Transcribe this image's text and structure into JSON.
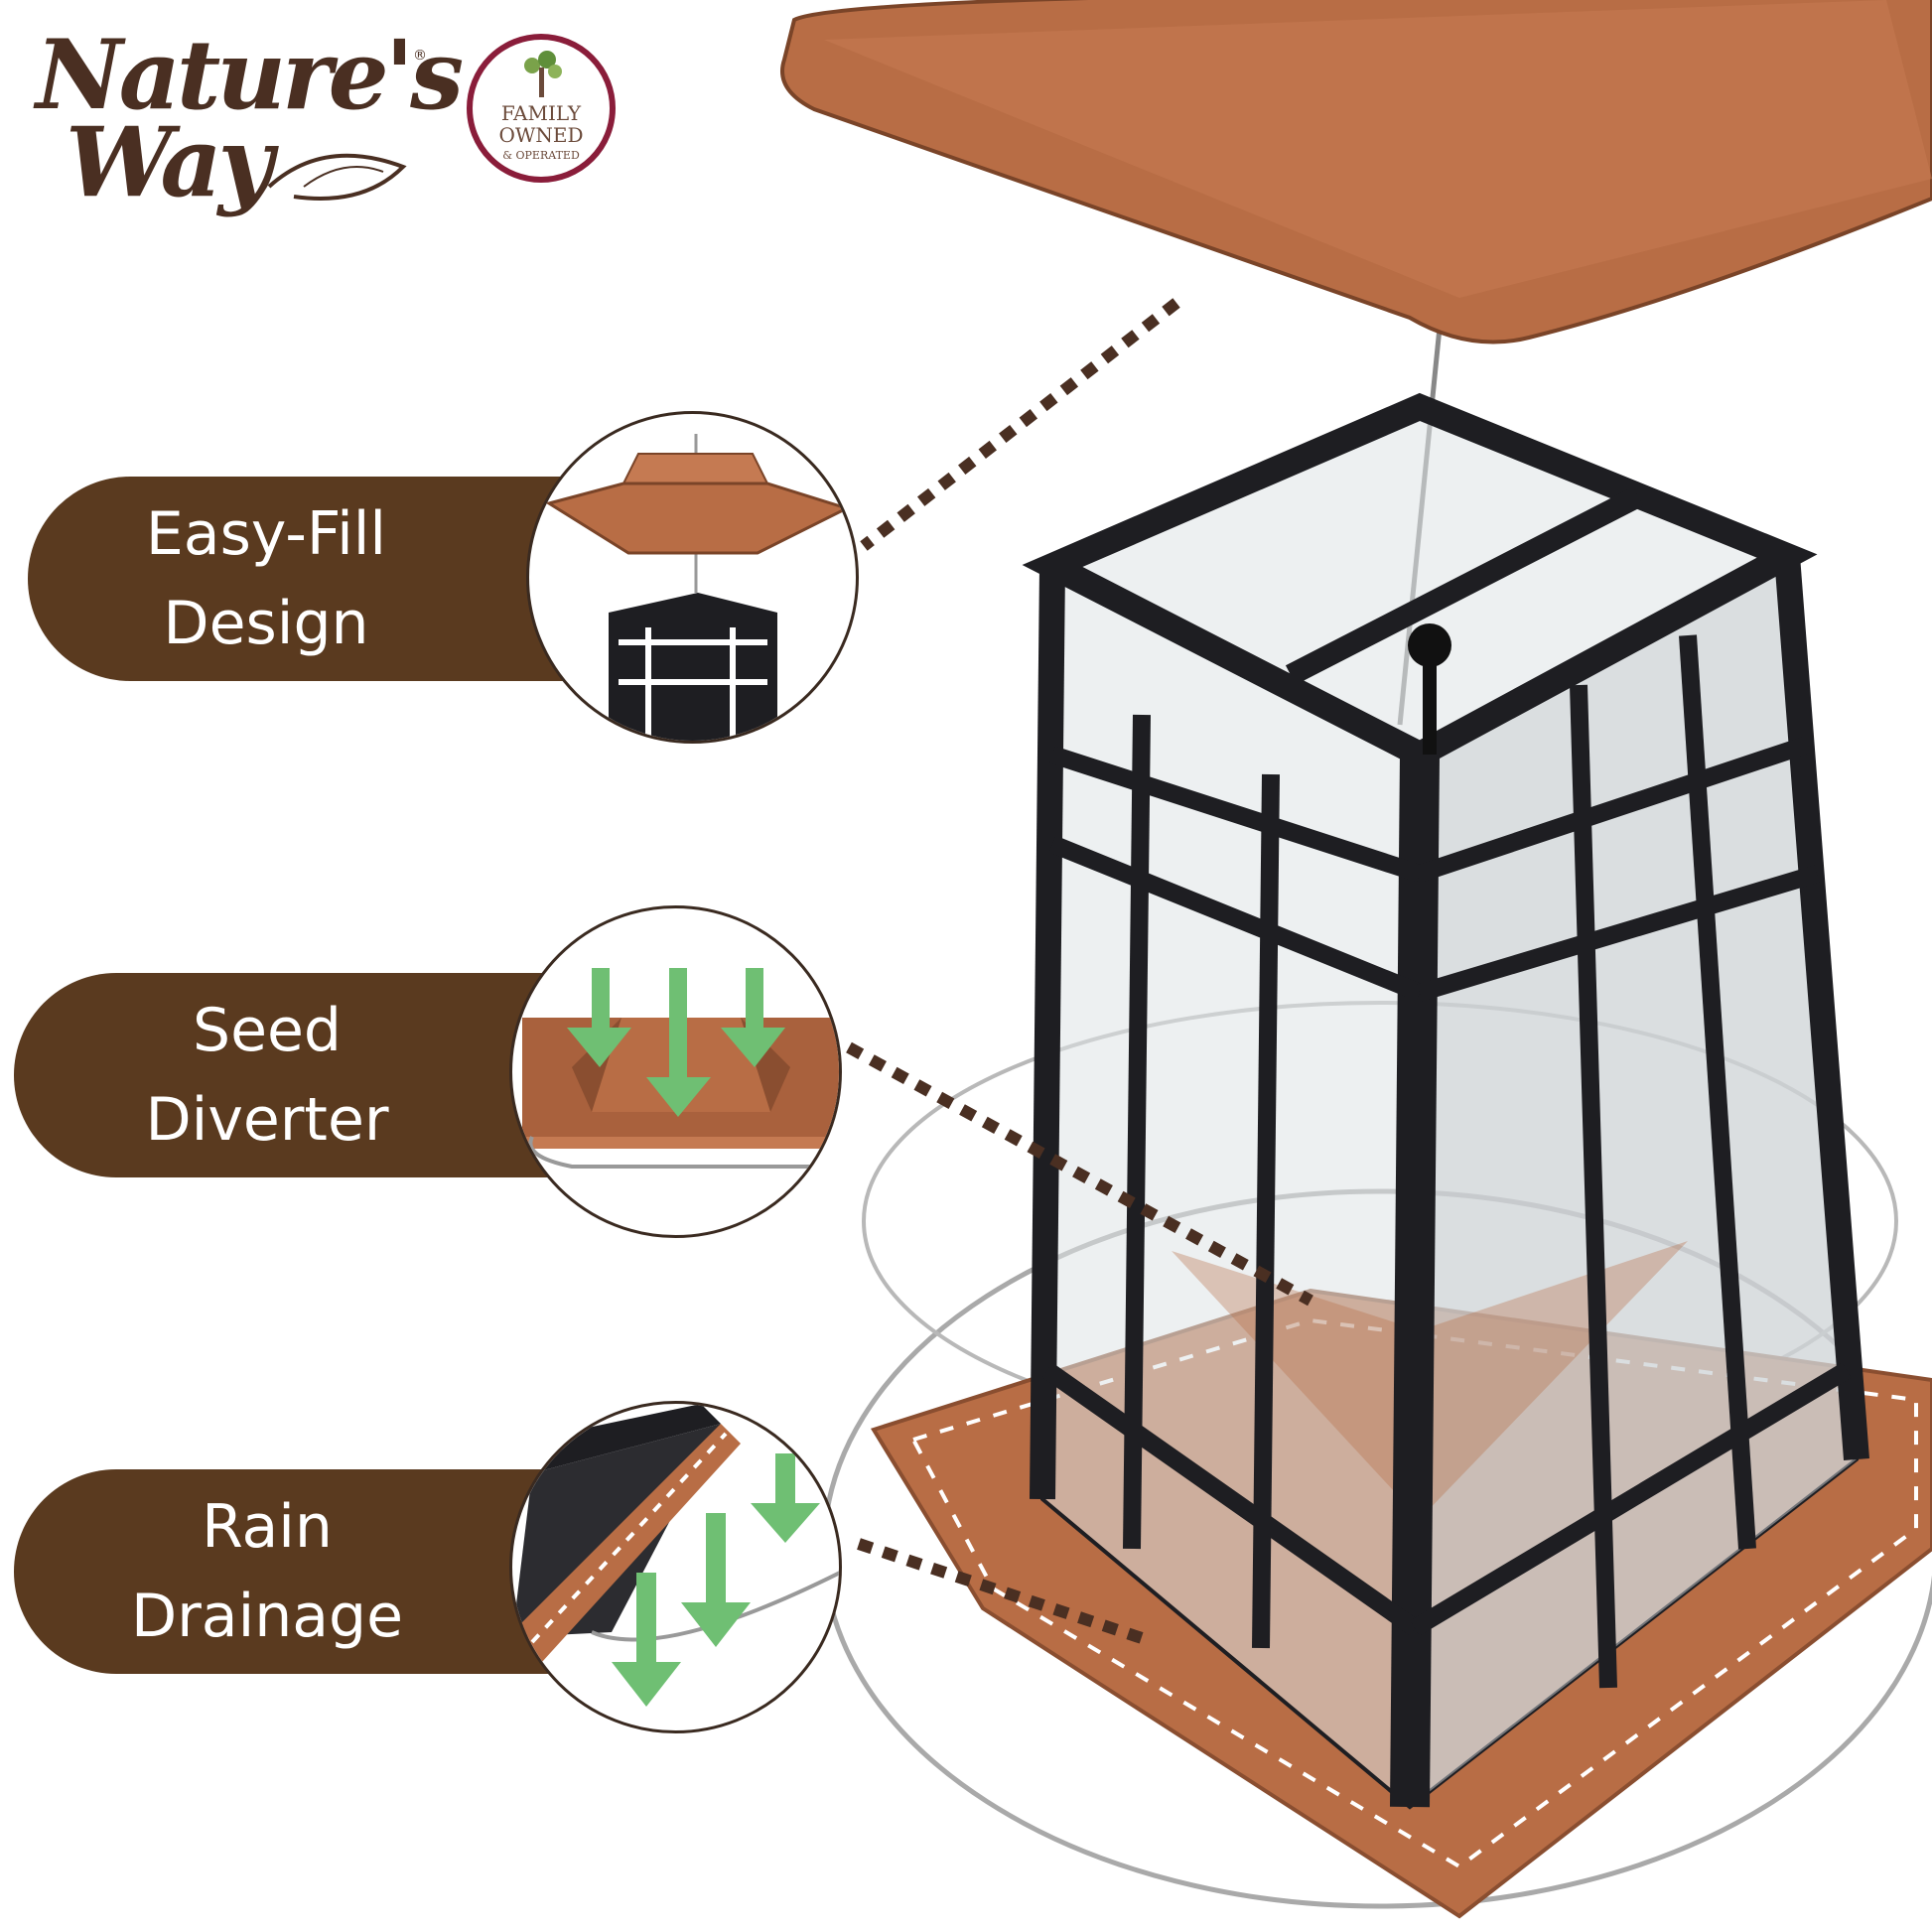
{
  "brand": {
    "line1": "Nature's",
    "line2": "Way",
    "registered": "®",
    "badge_line1": "FAMILY",
    "badge_line2": "OWNED",
    "badge_line3": "& OPERATED"
  },
  "features": [
    {
      "line1": "Easy-Fill",
      "line2": "Design"
    },
    {
      "line1": "Seed",
      "line2": "Diverter"
    },
    {
      "line1": "Rain",
      "line2": "Drainage"
    }
  ],
  "colors": {
    "pill": "#5a3a1f",
    "copper": "#b86d45",
    "frame": "#1e1e22",
    "arrow": "#6fbf73",
    "badge_ring": "#8a1d3a"
  }
}
